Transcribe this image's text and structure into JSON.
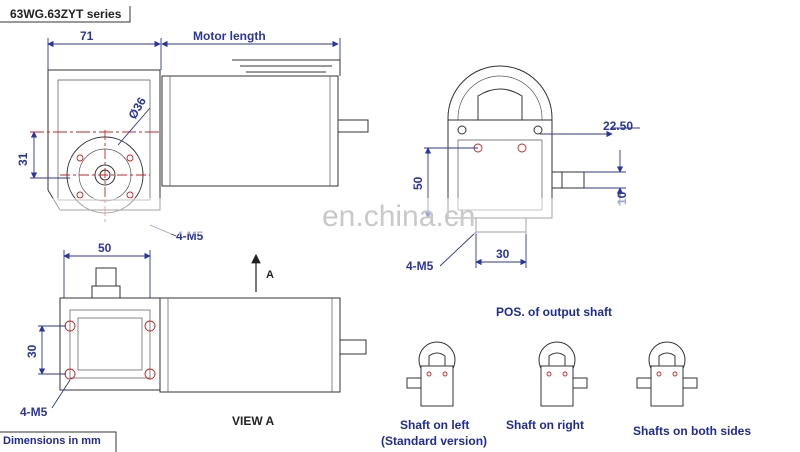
{
  "title": "63WG.63ZYT series",
  "footer_note": "Dimensions in mm",
  "watermark": "en.china.cn",
  "side_view": {
    "dim_71": "71",
    "dim_motor_length": "Motor length",
    "dim_diameter": "Ø36",
    "dim_31": "31",
    "label_holes": "4-M5"
  },
  "front_view": {
    "dim_22_50": "22.50",
    "dim_50": "50",
    "dim_30": "30",
    "dim_10": "10",
    "label_holes": "4-M5"
  },
  "bottom_view": {
    "dim_50": "50",
    "dim_30": "30",
    "label_holes": "4-M5",
    "arrow_label": "A",
    "view_label": "VIEW A"
  },
  "positions": {
    "heading": "POS. of output shaft",
    "left_caption_1": "Shaft on left",
    "left_caption_2": "(Standard version)",
    "right_caption": "Shaft on right",
    "both_caption": "Shafts on both sides"
  },
  "colors": {
    "dimension_blue": "#2b35a0",
    "centerline_red": "#d02020",
    "line_dark": "#333333"
  }
}
